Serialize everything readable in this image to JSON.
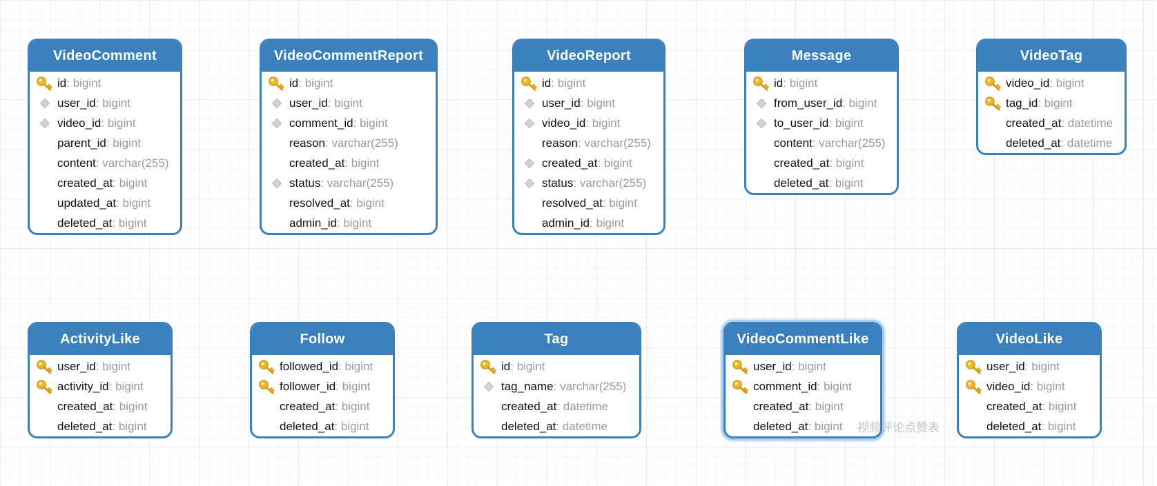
{
  "tables": [
    {
      "id": "videocomment",
      "title": "VideoComment",
      "selected": false,
      "fields": [
        {
          "name": "id",
          "type": "bigint",
          "key": "primary"
        },
        {
          "name": "user_id",
          "type": "bigint",
          "key": "index"
        },
        {
          "name": "video_id",
          "type": "bigint",
          "key": "index"
        },
        {
          "name": "parent_id",
          "type": "bigint",
          "key": "none"
        },
        {
          "name": "content",
          "type": "varchar(255)",
          "key": "none"
        },
        {
          "name": "created_at",
          "type": "bigint",
          "key": "none"
        },
        {
          "name": "updated_at",
          "type": "bigint",
          "key": "none"
        },
        {
          "name": "deleted_at",
          "type": "bigint",
          "key": "none"
        }
      ]
    },
    {
      "id": "videocommentreport",
      "title": "VideoCommentReport",
      "selected": false,
      "fields": [
        {
          "name": "id",
          "type": "bigint",
          "key": "primary"
        },
        {
          "name": "user_id",
          "type": "bigint",
          "key": "index"
        },
        {
          "name": "comment_id",
          "type": "bigint",
          "key": "index"
        },
        {
          "name": "reason",
          "type": "varchar(255)",
          "key": "none"
        },
        {
          "name": "created_at",
          "type": "bigint",
          "key": "none"
        },
        {
          "name": "status",
          "type": "varchar(255)",
          "key": "index"
        },
        {
          "name": "resolved_at",
          "type": "bigint",
          "key": "none"
        },
        {
          "name": "admin_id",
          "type": "bigint",
          "key": "none"
        }
      ]
    },
    {
      "id": "videoreport",
      "title": "VideoReport",
      "selected": false,
      "fields": [
        {
          "name": "id",
          "type": "bigint",
          "key": "primary"
        },
        {
          "name": "user_id",
          "type": "bigint",
          "key": "index"
        },
        {
          "name": "video_id",
          "type": "bigint",
          "key": "index"
        },
        {
          "name": "reason",
          "type": "varchar(255)",
          "key": "none"
        },
        {
          "name": "created_at",
          "type": "bigint",
          "key": "index"
        },
        {
          "name": "status",
          "type": "varchar(255)",
          "key": "index"
        },
        {
          "name": "resolved_at",
          "type": "bigint",
          "key": "none"
        },
        {
          "name": "admin_id",
          "type": "bigint",
          "key": "none"
        }
      ]
    },
    {
      "id": "message",
      "title": "Message",
      "selected": false,
      "fields": [
        {
          "name": "id",
          "type": "bigint",
          "key": "primary"
        },
        {
          "name": "from_user_id",
          "type": "bigint",
          "key": "index"
        },
        {
          "name": "to_user_id",
          "type": "bigint",
          "key": "index"
        },
        {
          "name": "content",
          "type": "varchar(255)",
          "key": "none"
        },
        {
          "name": "created_at",
          "type": "bigint",
          "key": "none"
        },
        {
          "name": "deleted_at",
          "type": "bigint",
          "key": "none"
        }
      ]
    },
    {
      "id": "videotag",
      "title": "VideoTag",
      "selected": false,
      "fields": [
        {
          "name": "video_id",
          "type": "bigint",
          "key": "primary"
        },
        {
          "name": "tag_id",
          "type": "bigint",
          "key": "primary"
        },
        {
          "name": "created_at",
          "type": "datetime",
          "key": "none"
        },
        {
          "name": "deleted_at",
          "type": "datetime",
          "key": "none"
        }
      ]
    },
    {
      "id": "activitylike",
      "title": "ActivityLike",
      "selected": false,
      "fields": [
        {
          "name": "user_id",
          "type": "bigint",
          "key": "primary"
        },
        {
          "name": "activity_id",
          "type": "bigint",
          "key": "primary"
        },
        {
          "name": "created_at",
          "type": "bigint",
          "key": "none"
        },
        {
          "name": "deleted_at",
          "type": "bigint",
          "key": "none"
        }
      ]
    },
    {
      "id": "follow",
      "title": "Follow",
      "selected": false,
      "fields": [
        {
          "name": "followed_id",
          "type": "bigint",
          "key": "primary"
        },
        {
          "name": "follower_id",
          "type": "bigint",
          "key": "primary"
        },
        {
          "name": "created_at",
          "type": "bigint",
          "key": "none"
        },
        {
          "name": "deleted_at",
          "type": "bigint",
          "key": "none"
        }
      ]
    },
    {
      "id": "tag",
      "title": "Tag",
      "selected": false,
      "fields": [
        {
          "name": "id",
          "type": "bigint",
          "key": "primary"
        },
        {
          "name": "tag_name",
          "type": "varchar(255)",
          "key": "index"
        },
        {
          "name": "created_at",
          "type": "datetime",
          "key": "none"
        },
        {
          "name": "deleted_at",
          "type": "datetime",
          "key": "none"
        }
      ]
    },
    {
      "id": "videocommentlike",
      "title": "VideoCommentLike",
      "selected": true,
      "fields": [
        {
          "name": "user_id",
          "type": "bigint",
          "key": "primary"
        },
        {
          "name": "comment_id",
          "type": "bigint",
          "key": "primary"
        },
        {
          "name": "created_at",
          "type": "bigint",
          "key": "none"
        },
        {
          "name": "deleted_at",
          "type": "bigint",
          "key": "none"
        }
      ]
    },
    {
      "id": "videolike",
      "title": "VideoLike",
      "selected": false,
      "fields": [
        {
          "name": "user_id",
          "type": "bigint",
          "key": "primary"
        },
        {
          "name": "video_id",
          "type": "bigint",
          "key": "primary"
        },
        {
          "name": "created_at",
          "type": "bigint",
          "key": "none"
        },
        {
          "name": "deleted_at",
          "type": "bigint",
          "key": "none"
        }
      ]
    }
  ],
  "watermark": "视频评论点赞表",
  "colors": {
    "header": "#3a80bf",
    "border": "#3a80bf",
    "selection_glow": "#a9cff3",
    "field_name": "#111111",
    "field_type": "#9a9a9a",
    "primary_key_icon": "#f2b824",
    "index_icon": "#c8c8c8"
  },
  "icons": {
    "primary": "key-icon",
    "index": "diamond-icon"
  }
}
